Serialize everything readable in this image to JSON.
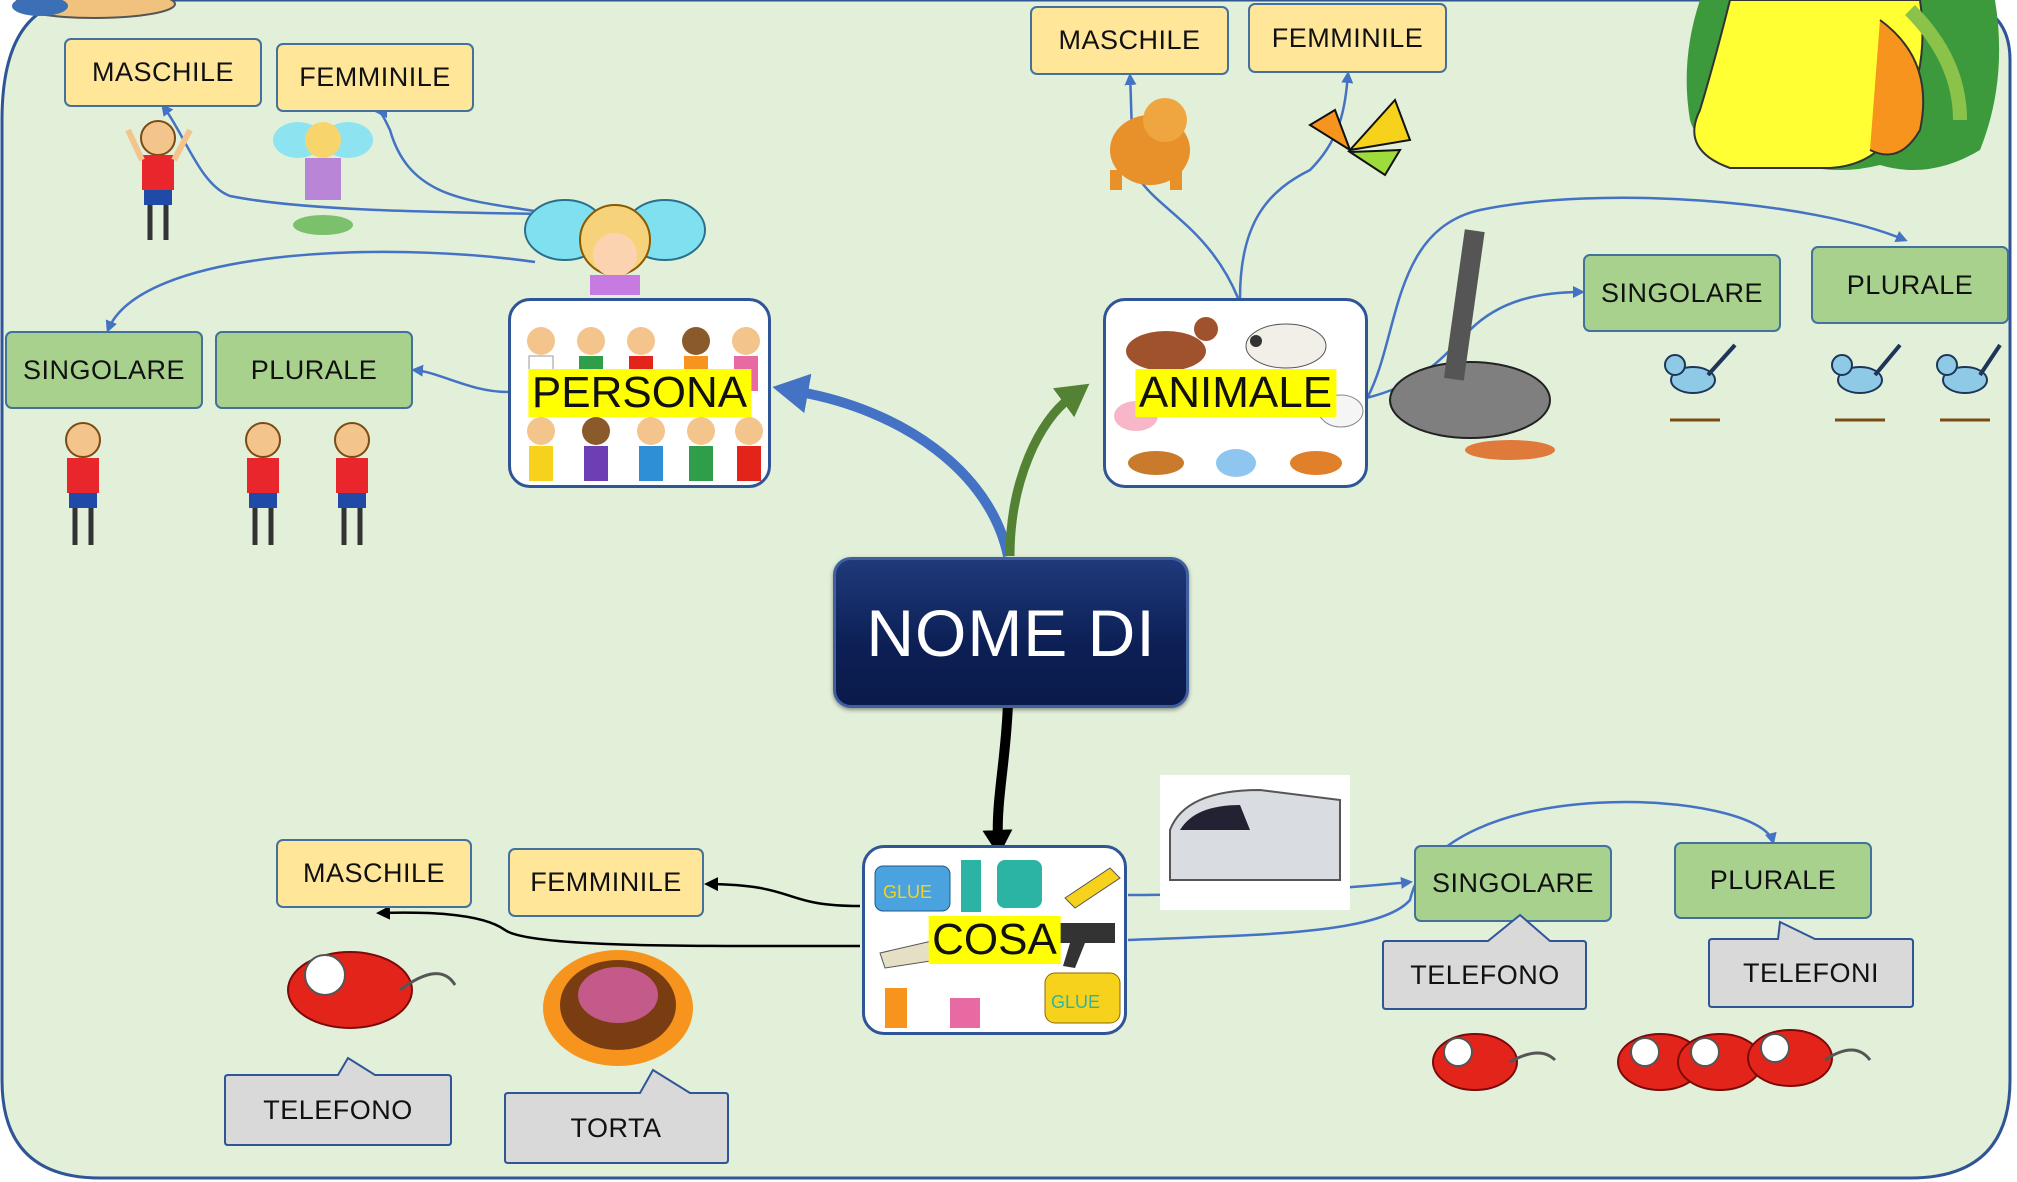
{
  "center": {
    "label": "NOME DI"
  },
  "persona": {
    "label": "PERSONA",
    "gender": {
      "m": "MASCHILE",
      "f": "FEMMINILE"
    },
    "number": {
      "s": "SINGOLARE",
      "p": "PLURALE"
    }
  },
  "animale": {
    "label": "ANIMALE",
    "gender": {
      "m": "MASCHILE",
      "f": "FEMMINILE"
    },
    "number": {
      "s": "SINGOLARE",
      "p": "PLURALE"
    }
  },
  "cosa": {
    "label": "COSA",
    "gender": {
      "m": "MASCHILE",
      "f": "FEMMINILE"
    },
    "number": {
      "s": "SINGOLARE",
      "p": "PLURALE"
    },
    "examples": {
      "maschile": "TELEFONO",
      "femminile": "TORTA",
      "singolare": "TELEFONO",
      "plurale": "TELEFONI"
    }
  },
  "cosa_glue_label": "GLUE",
  "colors": {
    "background": "#e2efd9",
    "panel_border": "#2f5597",
    "connector": "#4472c4",
    "persona_arrow": "#4472c4",
    "animale_arrow": "#548235",
    "cosa_arrow": "#000000",
    "yellow_box": "#ffe699",
    "green_box": "#a9d18e",
    "grey_box": "#d9d9d9",
    "highlight": "#ffff00"
  }
}
